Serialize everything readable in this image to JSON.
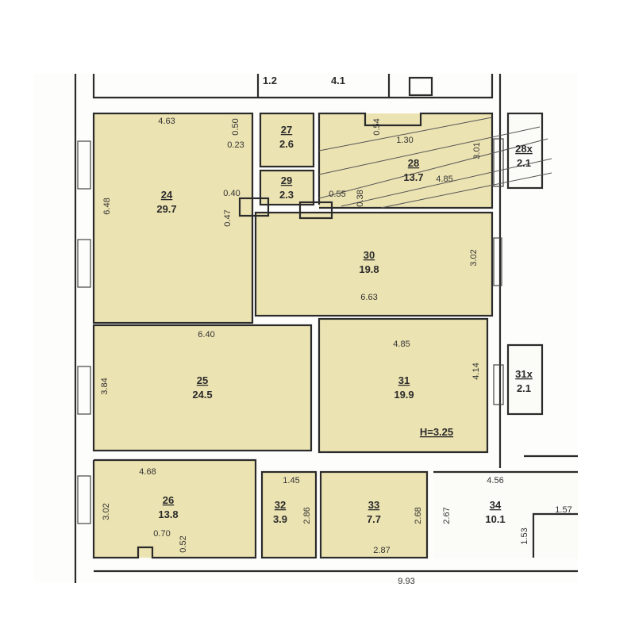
{
  "plan": {
    "height_label": "H=3.25",
    "rooms": [
      {
        "number": "24",
        "area": "29.7"
      },
      {
        "number": "25",
        "area": "24.5"
      },
      {
        "number": "26",
        "area": "13.8"
      },
      {
        "number": "27",
        "area": "2.6"
      },
      {
        "number": "28",
        "area": "13.7"
      },
      {
        "number": "28x",
        "area": "2.1"
      },
      {
        "number": "29",
        "area": "2.3"
      },
      {
        "number": "30",
        "area": "19.8"
      },
      {
        "number": "31",
        "area": "19.9"
      },
      {
        "number": "31x",
        "area": "2.1"
      },
      {
        "number": "32",
        "area": "3.9"
      },
      {
        "number": "33",
        "area": "7.7"
      },
      {
        "number": "34",
        "area": "10.1"
      }
    ],
    "top_areas": [
      "1.2",
      "4.1"
    ],
    "dimensions": [
      "4.63",
      "0.50",
      "0.23",
      "6.48",
      "0.40",
      "0.47",
      "0.54",
      "1.30",
      "3.01",
      "4.85",
      "0.55",
      "0.38",
      "3.02",
      "6.63",
      "6.40",
      "3.84",
      "4.85",
      "4.14",
      "4.68",
      "3.02",
      "0.70",
      "0.52",
      "1.45",
      "2.86",
      "2.68",
      "2.87",
      "2.67",
      "4.56",
      "1.57",
      "1.53",
      "9.93"
    ]
  }
}
